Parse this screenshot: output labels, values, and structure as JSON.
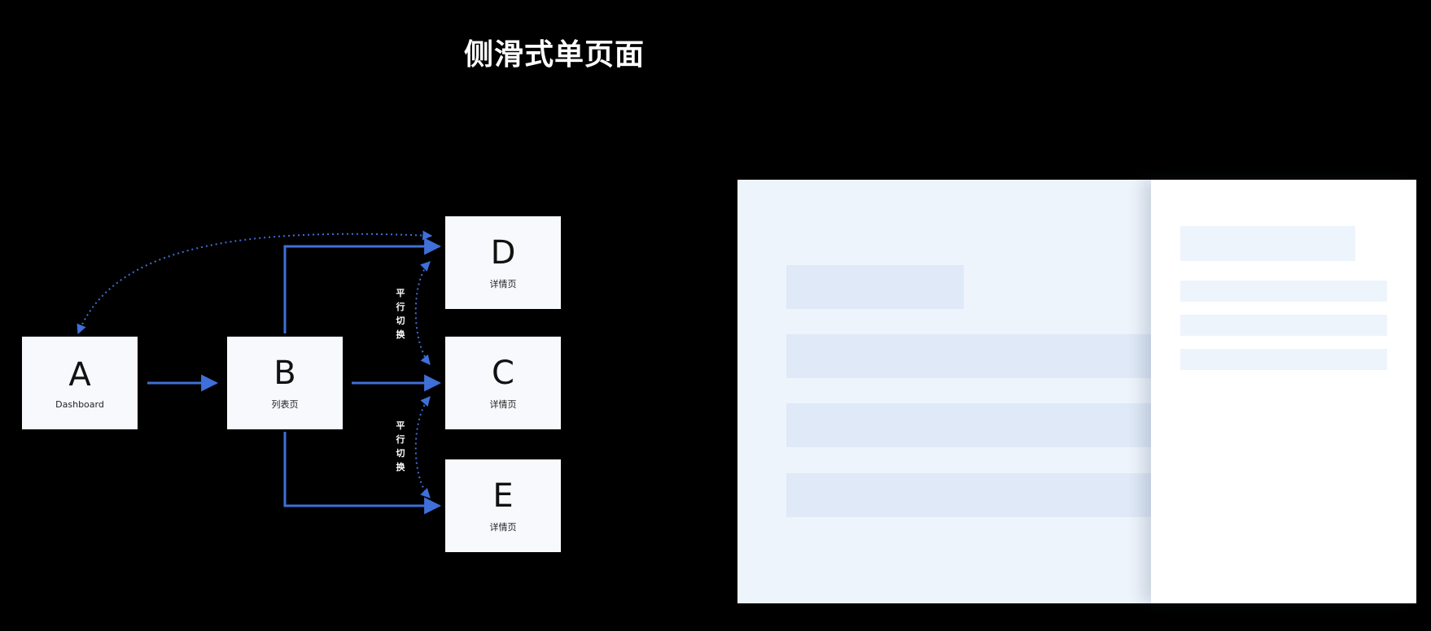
{
  "title": "侧滑式单页面",
  "nodes": {
    "a": {
      "letter": "A",
      "label": "Dashboard"
    },
    "b": {
      "letter": "B",
      "label": "列表页"
    },
    "c": {
      "letter": "C",
      "label": "详情页"
    },
    "d": {
      "letter": "D",
      "label": "详情页"
    },
    "e": {
      "letter": "E",
      "label": "详情页"
    }
  },
  "switch_labels": {
    "upper": [
      "平",
      "行",
      "切",
      "换"
    ],
    "lower": [
      "平",
      "行",
      "切",
      "换"
    ]
  },
  "colors": {
    "arrow": "#3f6fd8",
    "background": "#000000",
    "node": "#f7f9fc",
    "mock_base": "#eef4fc",
    "mock_bar": "#dfe9f7",
    "panel": "#ffffff"
  }
}
